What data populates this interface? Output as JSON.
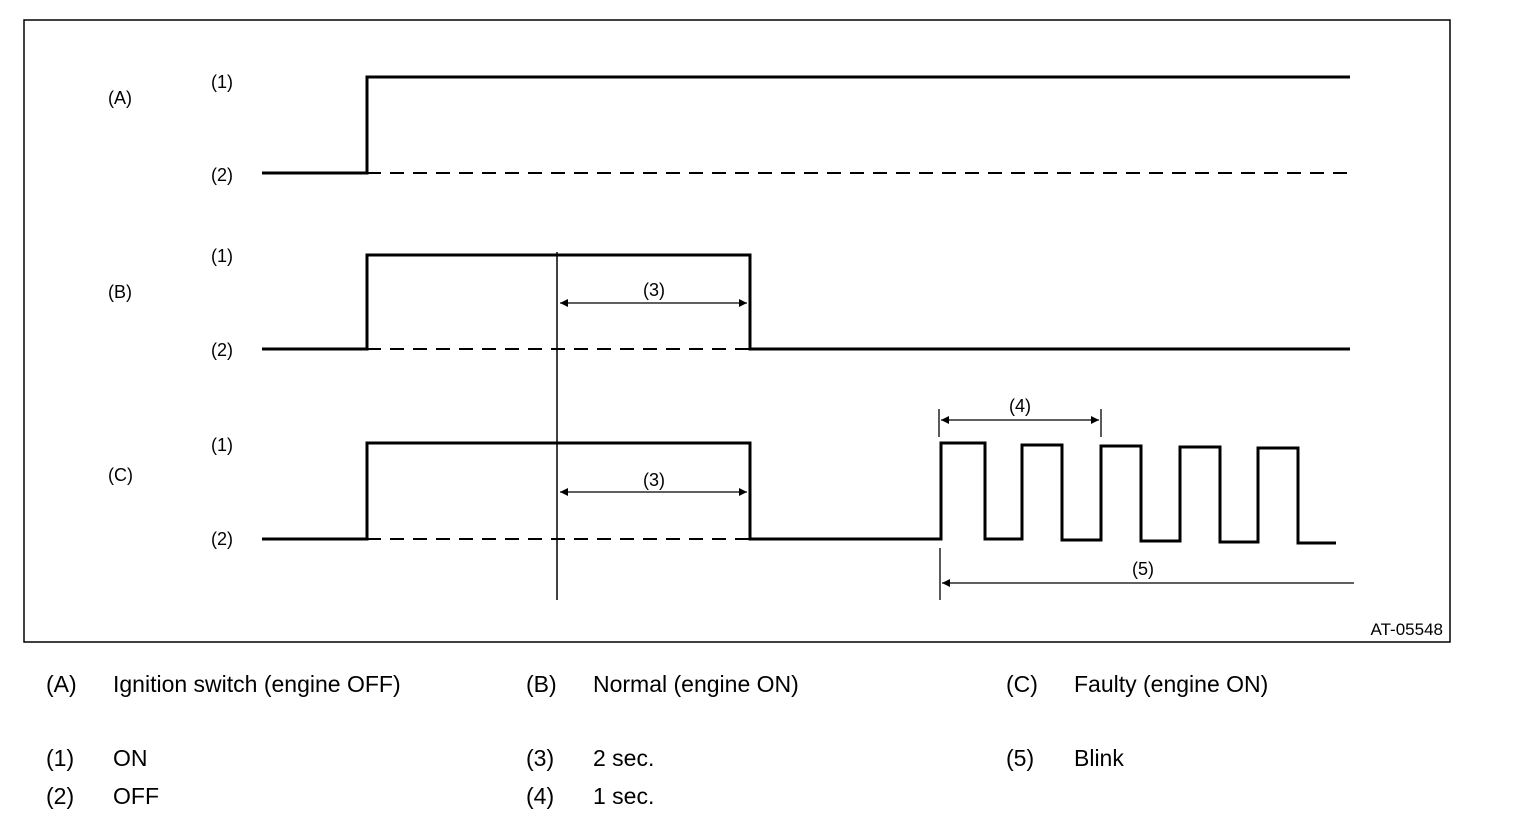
{
  "figure_id": "AT-05548",
  "signal_labels": {
    "a": "(A)",
    "b": "(B)",
    "c": "(C)",
    "on": "(1)",
    "off": "(2)",
    "dur_3": "(3)",
    "dur_4": "(4)",
    "dur_5": "(5)"
  },
  "legend": [
    {
      "key": "(A)",
      "text": "Ignition switch (engine OFF)"
    },
    {
      "key": "(B)",
      "text": "Normal (engine ON)"
    },
    {
      "key": "(C)",
      "text": "Faulty (engine ON)"
    },
    {
      "key": "(1)",
      "text": "ON"
    },
    {
      "key": "(2)",
      "text": "OFF"
    },
    {
      "key": "(3)",
      "text": "2 sec."
    },
    {
      "key": "(4)",
      "text": "1 sec."
    },
    {
      "key": "(5)",
      "text": "Blink"
    }
  ]
}
